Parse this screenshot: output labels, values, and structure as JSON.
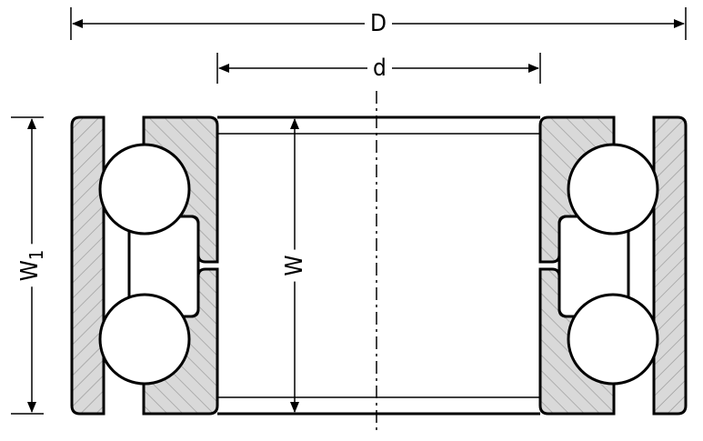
{
  "labels": {
    "outer_diameter": "D",
    "bore_diameter": "d",
    "outer_width": "W",
    "outer_width_subscript": "1",
    "inner_width": "W"
  },
  "colors": {
    "stroke": "#000000",
    "hatch": "#9a9a9a",
    "fill": "#d9d9d9",
    "background": "#ffffff"
  }
}
